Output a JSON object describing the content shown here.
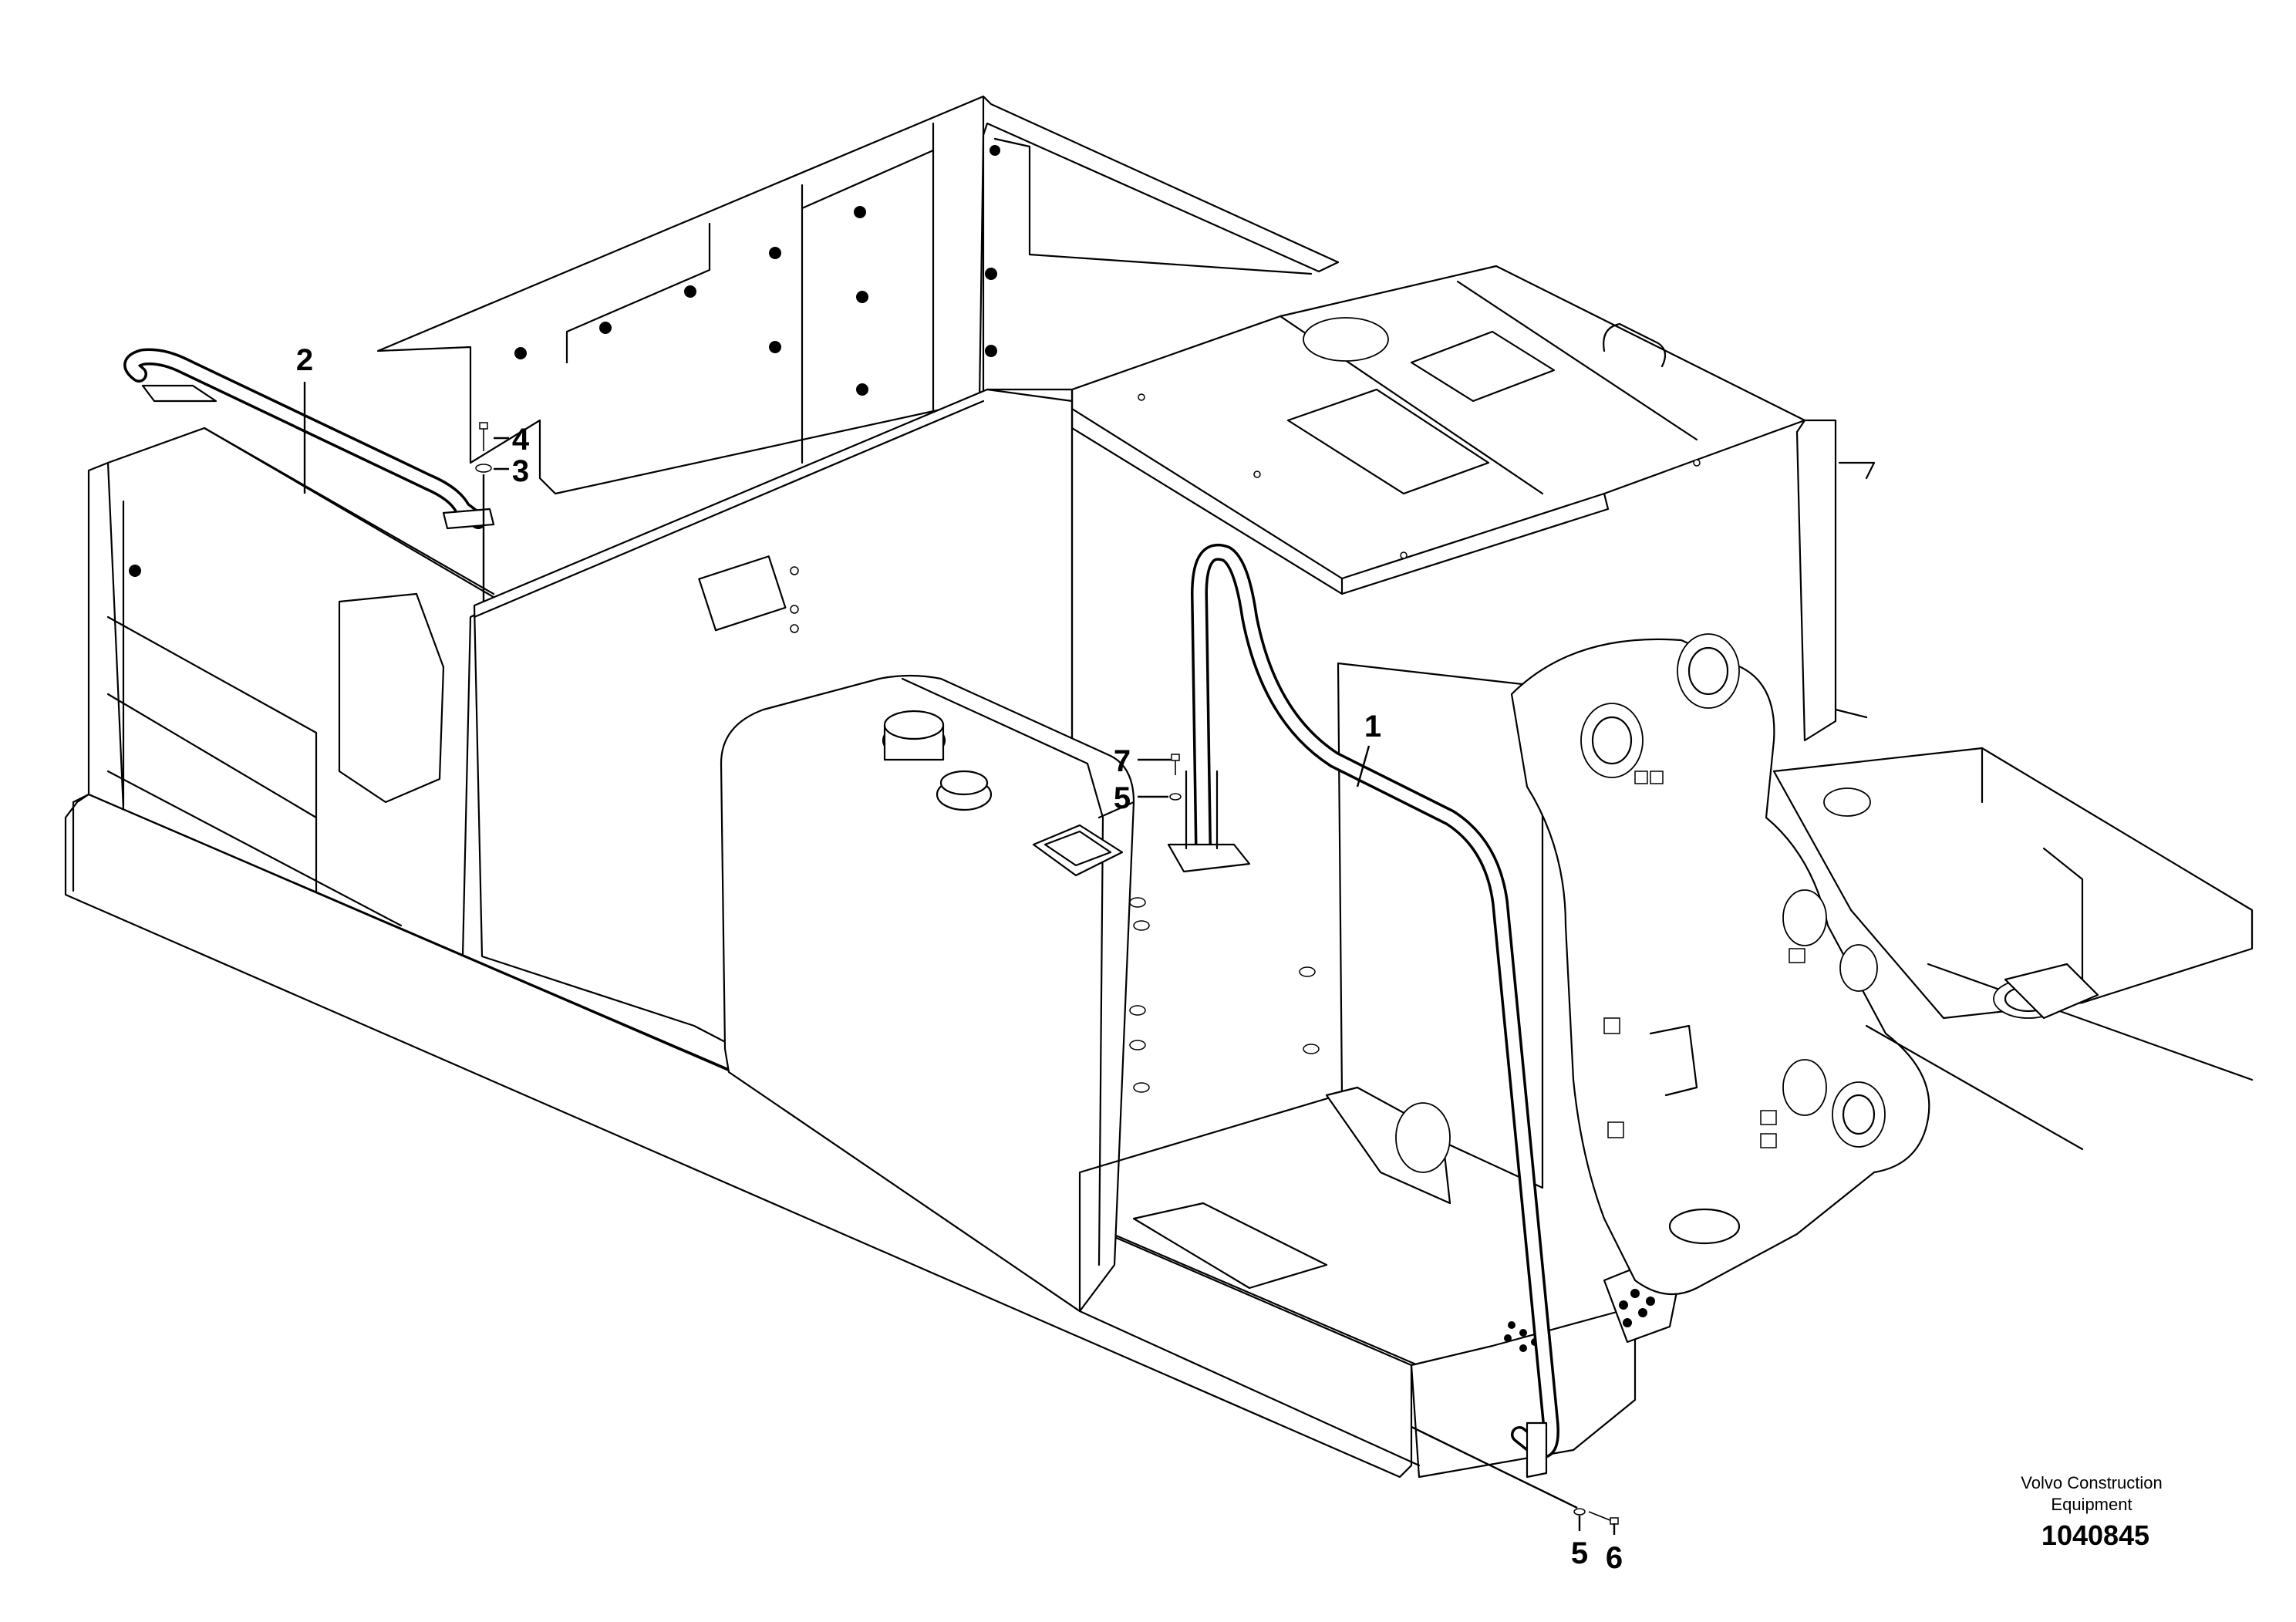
{
  "callouts": [
    {
      "id": "c1",
      "number": "1"
    },
    {
      "id": "c2",
      "number": "2"
    },
    {
      "id": "c3",
      "number": "3"
    },
    {
      "id": "c4",
      "number": "4"
    },
    {
      "id": "c5a",
      "number": "5"
    },
    {
      "id": "c5b",
      "number": "5"
    },
    {
      "id": "c6",
      "number": "6"
    },
    {
      "id": "c7",
      "number": "7"
    }
  ],
  "brand": {
    "line1": "Volvo Construction",
    "line2": "Equipment"
  },
  "drawing_number": "1040845"
}
